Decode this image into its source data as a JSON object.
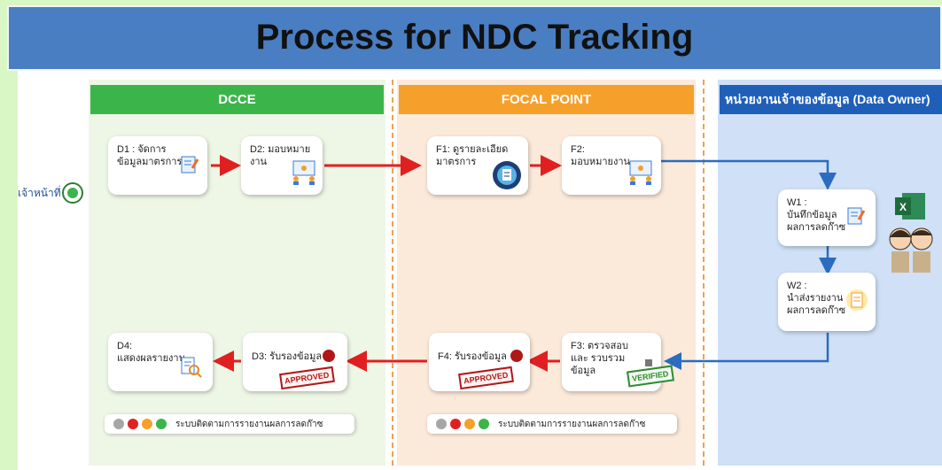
{
  "title": "Process for NDC Tracking",
  "side_label": "เจ้าหน้าที่",
  "lanes": {
    "dcce": "DCCE",
    "focal": "FOCAL POINT",
    "owner": "หน่วยงานเจ้าของข้อมูล (Data Owner)"
  },
  "steps": {
    "d1": "D1 : จัดการ\nข้อมูลมาตรการ",
    "d2": "D2: มอบหมายงาน",
    "f1": "F1: ดูรายละเอียด\nมาตรการ",
    "f2": "F2:\nมอบหมายงาน",
    "w1": "W1 :\nบันทึกข้อมูล\nผลการลดก๊าซ",
    "w2": "W2 :\nนำส่งรายงาน\nผลการลดก๊าซ",
    "f3": "F3: ตรวจสอบ\nและ รวบรวม\nข้อมูล",
    "f4": "F4: รับรองข้อมูล",
    "d3": "D3: รับรองข้อมูล",
    "d4": "D4:\nแสดงผลรายงาน"
  },
  "stamps": {
    "approved": "APPROVED",
    "verified": "VERIFIED"
  },
  "excel_letter": "X",
  "legend": {
    "text": "ระบบติดตามการรายงานผลการลดก๊าซ",
    "colors": [
      "#a6a6a6",
      "#e02020",
      "#f6a02c",
      "#3bb54a"
    ]
  },
  "arrow_colors": {
    "red": "#e02020",
    "blue": "#2a6cc0"
  }
}
